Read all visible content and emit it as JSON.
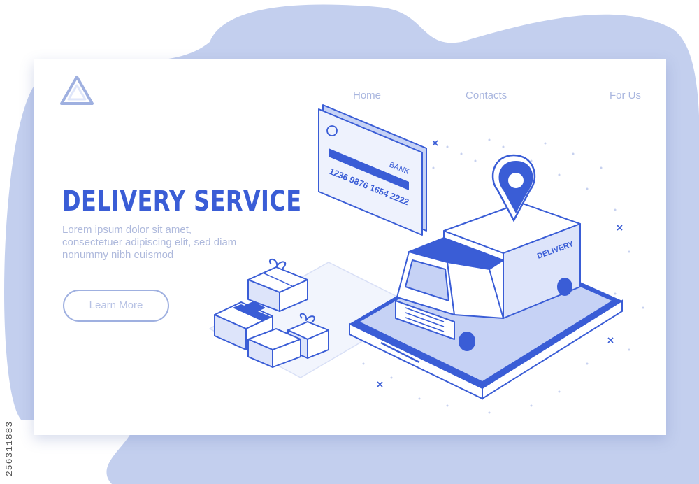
{
  "colors": {
    "accent": "#3a5dd6",
    "muted": "#a9b6df",
    "blob": "#c3cfee",
    "light_fill": "#dfe6fa"
  },
  "nav": [
    {
      "label": "Home"
    },
    {
      "label": "Contacts"
    },
    {
      "label": "For Us"
    }
  ],
  "hero": {
    "title": "DELIVERY SERVICE",
    "body": "Lorem ipsum dolor sit amet, consectetuer adipiscing elit, sed diam nonummy nibh euismod",
    "cta_label": "Learn More"
  },
  "illustration": {
    "bank_card": {
      "bank_label": "BANK",
      "card_number": "1236 9876 1654 2222"
    },
    "truck_label": "DELIVERY"
  },
  "stock_id": "256311883"
}
